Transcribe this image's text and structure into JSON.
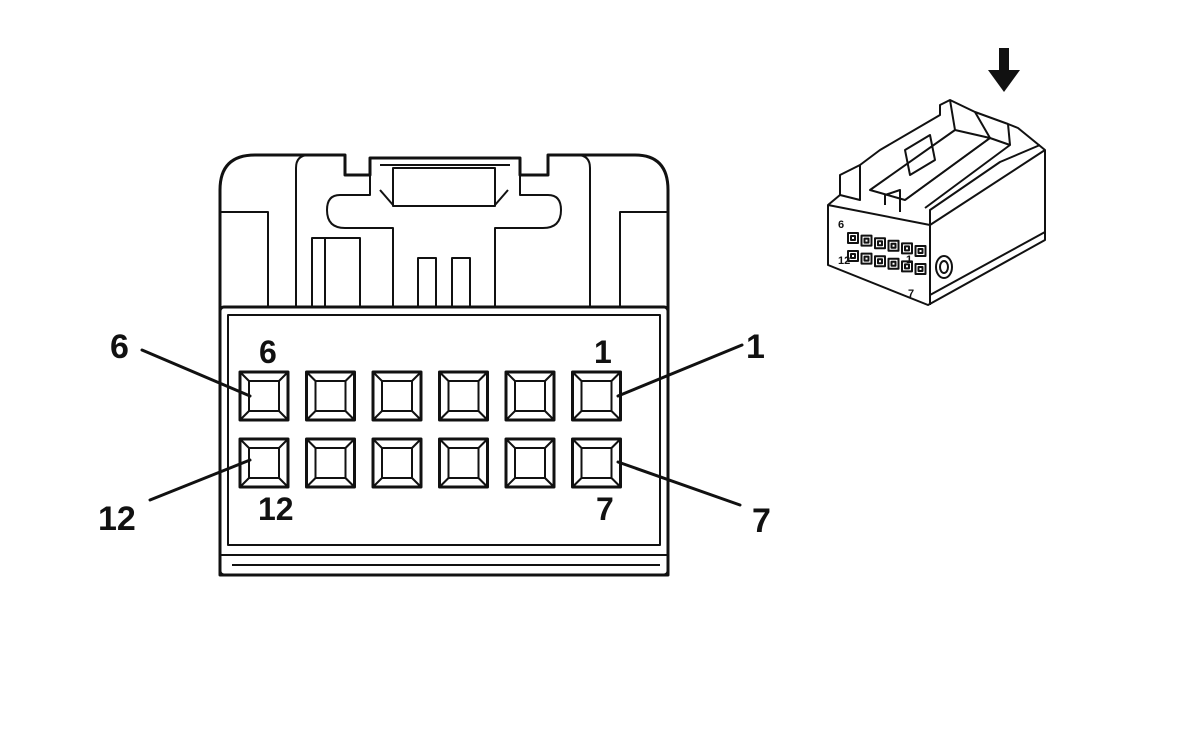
{
  "diagram": {
    "face_pin_labels": {
      "top_left": "6",
      "top_right": "1",
      "bottom_left": "12",
      "bottom_right": "7"
    },
    "callouts": [
      {
        "id": "pin-6",
        "label": "6"
      },
      {
        "id": "pin-1",
        "label": "1"
      },
      {
        "id": "pin-12",
        "label": "12"
      },
      {
        "id": "pin-7",
        "label": "7"
      }
    ],
    "iso_pin_labels": {
      "top_left": "6",
      "top_right": "1",
      "bottom_left": "12",
      "bottom_right": "7"
    },
    "pin_rows": 2,
    "pins_per_row": 6,
    "indicator_icon": "down-arrow-icon",
    "line_color": "#111111",
    "background_color": "#ffffff"
  }
}
